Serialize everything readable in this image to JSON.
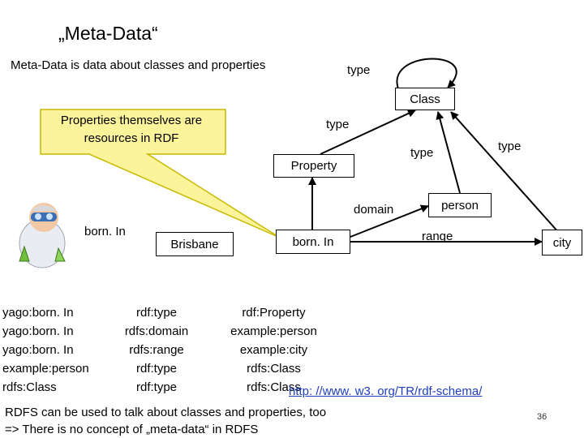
{
  "slide": {
    "title": "„Meta-Data“",
    "subtitle": "Meta-Data is data about classes and properties",
    "page_number": "36"
  },
  "callout": {
    "line1": "Properties themselves are",
    "line2": "resources in RDF"
  },
  "graph": {
    "nodes": {
      "class": "Class",
      "property": "Property",
      "person": "person",
      "city": "city",
      "bornin": "born. In",
      "brisbane": "Brisbane",
      "bornin_left": "born. In"
    },
    "edges": {
      "type_self": "type",
      "type_property_class": "type",
      "type_person_class": "type",
      "type_city_class": "type",
      "domain": "domain",
      "range": "range"
    }
  },
  "triples": {
    "subjects": [
      "yago:born. In",
      "yago:born. In",
      "yago:born. In",
      "example:person",
      "rdfs:Class"
    ],
    "predicates": [
      "rdf:type",
      "rdfs:domain",
      "rdfs:range",
      "rdf:type",
      "rdf:type"
    ],
    "objects": [
      "rdf:Property",
      "example:person",
      "example:city",
      "rdfs:Class",
      "rdfs:Class"
    ]
  },
  "link": "http: //www. w3. org/TR/rdf-schema/",
  "footer": {
    "line1": "RDFS can be used to talk about classes and properties, too",
    "line2": "=> There is no concept of „meta-data“ in RDFS"
  },
  "colors": {
    "callout_fill": "#fbf49a",
    "callout_stroke": "#c9b800",
    "link": "#1f3fbf"
  },
  "icons": {
    "scientist": "scientist-icon"
  }
}
